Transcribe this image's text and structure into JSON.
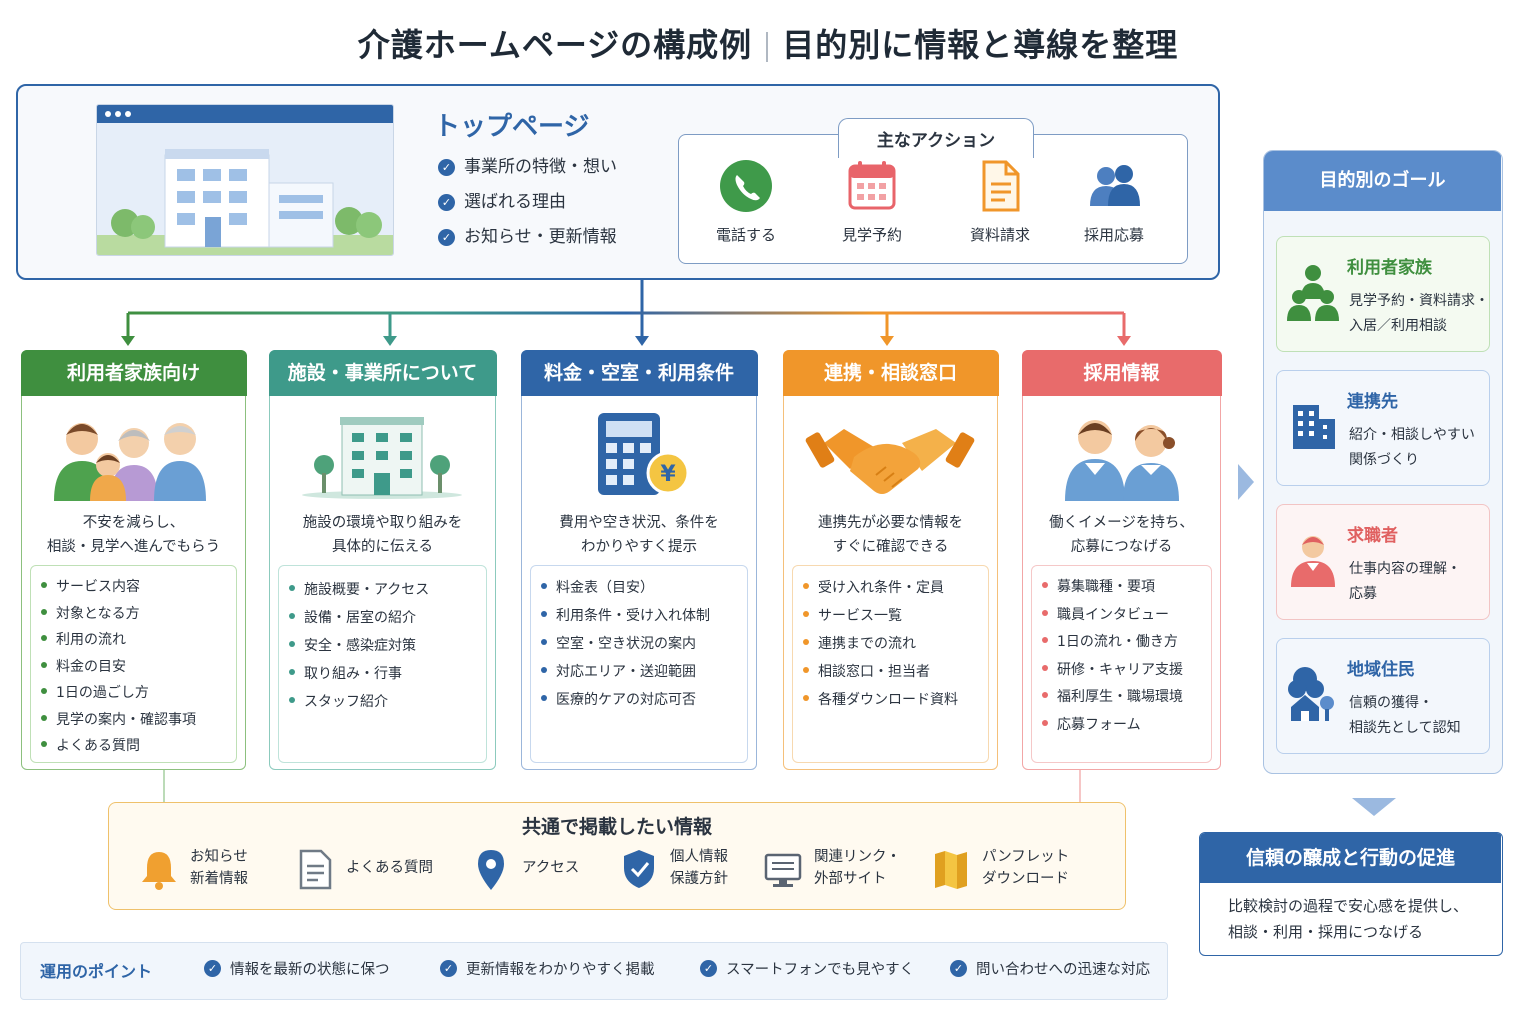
{
  "title": {
    "left": "介護ホームページの構成例",
    "right": "目的別に情報と導線を整理"
  },
  "top_page": {
    "title": "トップページ",
    "items": [
      "事業所の特徴・想い",
      "選ばれる理由",
      "お知らせ・更新情報"
    ],
    "actions_title": "主なアクション",
    "actions": [
      {
        "label": "電話する",
        "icon": "phone-icon"
      },
      {
        "label": "見学予約",
        "icon": "calendar-icon"
      },
      {
        "label": "資料請求",
        "icon": "document-icon"
      },
      {
        "label": "採用応募",
        "icon": "people-icon"
      }
    ]
  },
  "columns": [
    {
      "title": "利用者家族向け",
      "color": "#3f8f3f",
      "icon": "family-icon",
      "desc": [
        "不安を減らし、",
        "相談・見学へ進んでもらう"
      ],
      "items": [
        "サービス内容",
        "対象となる方",
        "利用の流れ",
        "料金の目安",
        "1日の過ごし方",
        "見学の案内・確認事項",
        "よくある質問"
      ]
    },
    {
      "title": "施設・事業所について",
      "color": "#3e9a8a",
      "icon": "facility-icon",
      "desc": [
        "施設の環境や取り組みを",
        "具体的に伝える"
      ],
      "items": [
        "施設概要・アクセス",
        "設備・居室の紹介",
        "安全・感染症対策",
        "取り組み・行事",
        "スタッフ紹介"
      ]
    },
    {
      "title": "料金・空室・利用条件",
      "color": "#2f65a7",
      "icon": "calculator-yen-icon",
      "desc": [
        "費用や空き状況、条件を",
        "わかりやすく提示"
      ],
      "items": [
        "料金表（目安）",
        "利用条件・受け入れ体制",
        "空室・空き状況の案内",
        "対応エリア・送迎範囲",
        "医療的ケアの対応可否"
      ]
    },
    {
      "title": "連携・相談窓口",
      "color": "#f0962a",
      "icon": "handshake-icon",
      "desc": [
        "連携先が必要な情報を",
        "すぐに確認できる"
      ],
      "items": [
        "受け入れ条件・定員",
        "サービス一覧",
        "連携までの流れ",
        "相談窓口・担当者",
        "各種ダウンロード資料"
      ]
    },
    {
      "title": "採用情報",
      "color": "#e86b6b",
      "icon": "staff-icon",
      "desc": [
        "働くイメージを持ち、",
        "応募につなげる"
      ],
      "items": [
        "募集職種・要項",
        "職員インタビュー",
        "1日の流れ・働き方",
        "研修・キャリア支援",
        "福利厚生・職場環境",
        "応募フォーム"
      ]
    }
  ],
  "common": {
    "title": "共通で掲載したい情報",
    "items": [
      {
        "lines": [
          "お知らせ",
          "新着情報"
        ],
        "icon": "bell-icon"
      },
      {
        "lines": [
          "よくある質問"
        ],
        "icon": "faq-document-icon"
      },
      {
        "lines": [
          "アクセス"
        ],
        "icon": "location-pin-icon"
      },
      {
        "lines": [
          "個人情報",
          "保護方針"
        ],
        "icon": "shield-check-icon"
      },
      {
        "lines": [
          "関連リンク・",
          "外部サイト"
        ],
        "icon": "monitor-icon"
      },
      {
        "lines": [
          "パンフレット",
          "ダウンロード"
        ],
        "icon": "pamphlet-icon"
      }
    ]
  },
  "points": {
    "title": "運用のポイント",
    "items": [
      "情報を最新の状態に保つ",
      "更新情報をわかりやすく掲載",
      "スマートフォンでも見やすく",
      "問い合わせへの迅速な対応"
    ]
  },
  "goals": {
    "title": "目的別のゴール",
    "items": [
      {
        "title": "利用者家族",
        "desc": [
          "見学予約・資料請求・",
          "入居／利用相談"
        ],
        "color": "#3f8f3f",
        "icon": "family-group-icon"
      },
      {
        "title": "連携先",
        "desc": [
          "紹介・相談しやすい",
          "関係づくり"
        ],
        "color": "#2f65a7",
        "icon": "building-icon"
      },
      {
        "title": "求職者",
        "desc": [
          "仕事内容の理解・",
          "応募"
        ],
        "color": "#e06060",
        "icon": "job-seeker-icon"
      },
      {
        "title": "地域住民",
        "desc": [
          "信頼の獲得・",
          "相談先として認知"
        ],
        "color": "#2f65a7",
        "icon": "house-tree-icon"
      }
    ]
  },
  "trust": {
    "title": "信頼の醸成と行動の促進",
    "desc": [
      "比較検討の過程で安心感を提供し、",
      "相談・利用・採用につなげる"
    ]
  }
}
